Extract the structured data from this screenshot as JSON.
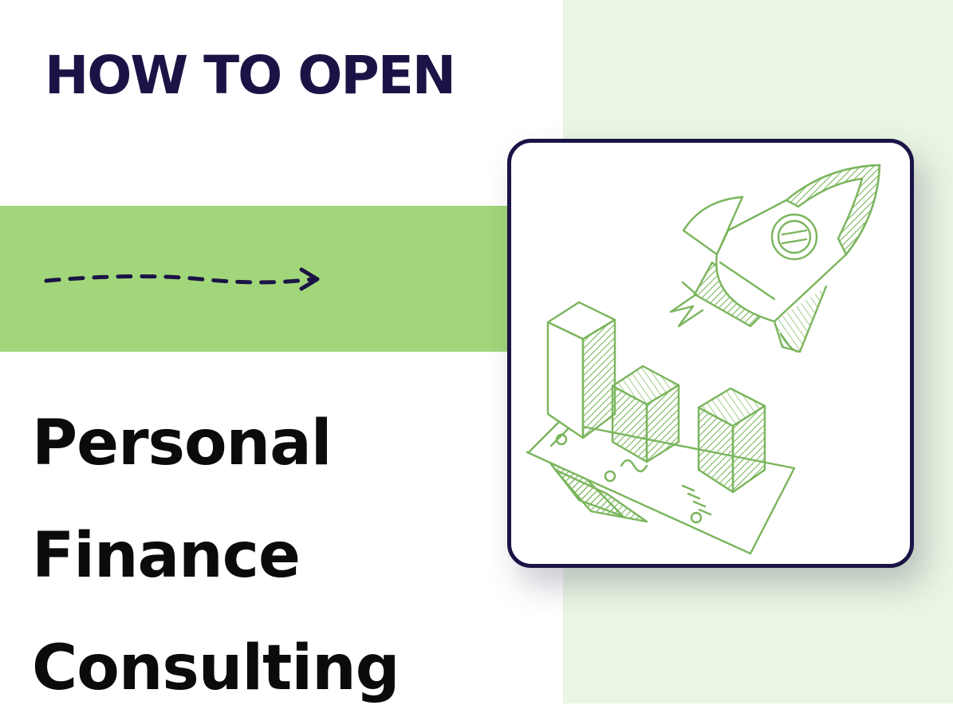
{
  "heading": {
    "kicker": "HOW TO OPEN",
    "title_lines": [
      "Personal",
      "Finance",
      "Consulting"
    ]
  },
  "colors": {
    "navy": "#1a1446",
    "band_green": "#a2d67a",
    "panel_green": "#eaf6e3",
    "sketch_green": "#7ab55c"
  },
  "illustration": {
    "icons": [
      "rocket-icon",
      "bar-chart-icon",
      "banknote-icon",
      "dashed-arrow-icon"
    ]
  }
}
